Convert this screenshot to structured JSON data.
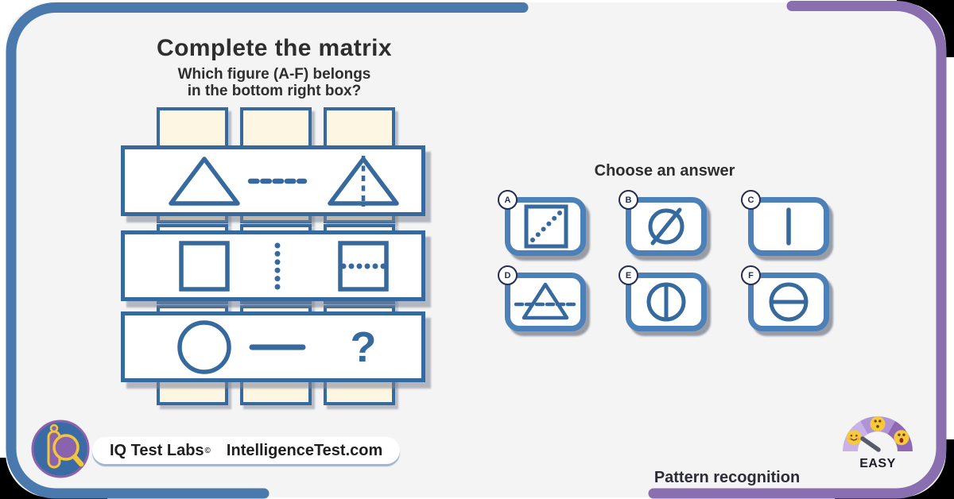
{
  "puzzle": {
    "title": "Complete the matrix",
    "subtitle_line1": "Which figure (A-F) belongs",
    "subtitle_line2": "in the bottom right box?",
    "question_mark": "?",
    "matrix_cells": [
      [
        "triangle",
        "horizontal-dashed-line",
        "triangle-with-vertical-dashed-line"
      ],
      [
        "square",
        "vertical-dotted-line",
        "square-with-horizontal-dotted-line"
      ],
      [
        "circle",
        "horizontal-solid-line",
        "question-mark"
      ]
    ]
  },
  "answers": {
    "heading": "Choose an answer",
    "options": [
      {
        "letter": "A",
        "figure": "square-with-diagonal-dotted-line"
      },
      {
        "letter": "B",
        "figure": "circle-with-diagonal-solid-line"
      },
      {
        "letter": "C",
        "figure": "vertical-solid-line"
      },
      {
        "letter": "D",
        "figure": "triangle-with-horizontal-dashed-line"
      },
      {
        "letter": "E",
        "figure": "circle-with-vertical-solid-line"
      },
      {
        "letter": "F",
        "figure": "circle-with-horizontal-solid-line"
      }
    ]
  },
  "footer": {
    "brand": "IQ Test Labs",
    "copyright": "©",
    "site": "IntelligenceTest.com",
    "category": "Pattern recognition",
    "difficulty": "EASY"
  },
  "colors": {
    "frame_blue": "#4a79ad",
    "frame_purple": "#8a6fb0",
    "figure_blue": "#36699e",
    "card_bg": "#f4f4f5",
    "cell_cream": "#fdf6e3",
    "answer_border": "#4c80b8",
    "badge_navy": "#252e52",
    "logo_blue": "#3a6ba5",
    "logo_purple": "#8a63ad",
    "logo_yellow": "#f2c63c",
    "gauge_light": "#c9b3e6",
    "gauge_mid": "#b093d6",
    "gauge_dark": "#8e68b4",
    "emoji_yellow": "#f6c83b"
  }
}
